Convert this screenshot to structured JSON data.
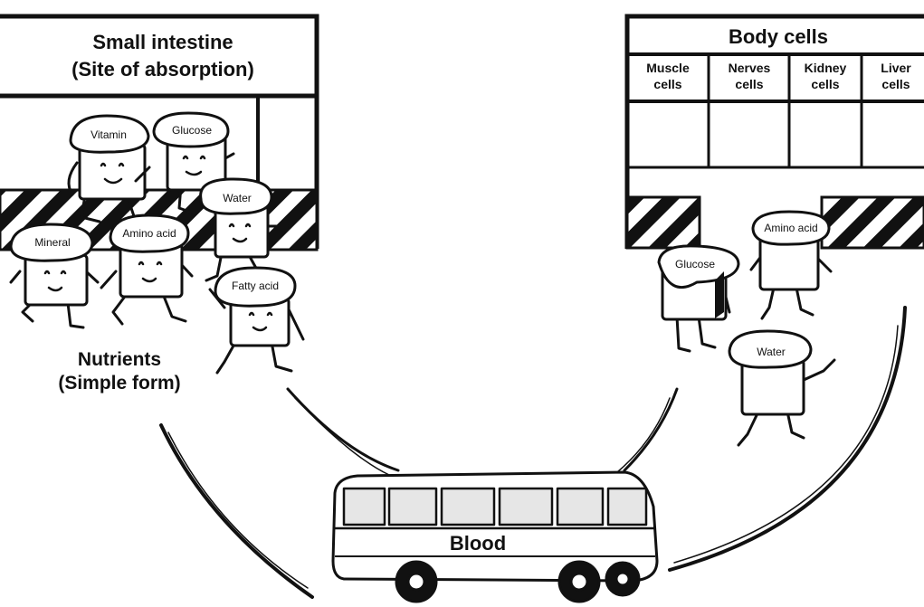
{
  "intestine": {
    "title": "Small intestine",
    "subtitle": "(Site of absorption)"
  },
  "nutrients_caption": {
    "line1": "Nutrients",
    "line2": "(Simple form)"
  },
  "left_nutrients": [
    "Vitamin",
    "Glucose",
    "Water",
    "Mineral",
    "Amino acid",
    "Fatty acid"
  ],
  "body_cells": {
    "title": "Body cells",
    "columns": [
      {
        "line1": "Muscle",
        "line2": "cells"
      },
      {
        "line1": "Nerves",
        "line2": "cells"
      },
      {
        "line1": "Kidney",
        "line2": "cells"
      },
      {
        "line1": "Liver",
        "line2": "cells"
      }
    ]
  },
  "right_nutrients": [
    "Glucose",
    "Amino acid",
    "Water"
  ],
  "bus": {
    "label": "Blood"
  },
  "colors": {
    "ink": "#111111",
    "paper": "#ffffff"
  }
}
